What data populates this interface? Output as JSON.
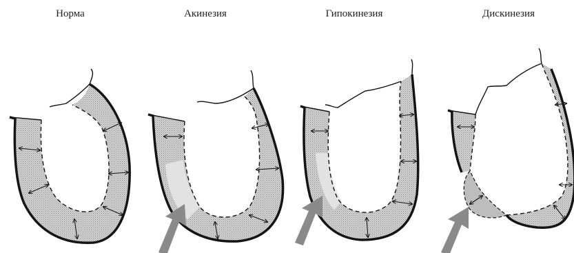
{
  "diagram": {
    "panels": [
      {
        "id": "norm",
        "label": "Норма"
      },
      {
        "id": "akin",
        "label": "Акинезия"
      },
      {
        "id": "hypo",
        "label": "Гипокинезия"
      },
      {
        "id": "dyskin",
        "label": "Дискинезия"
      }
    ],
    "colors": {
      "ink": "#141414",
      "wall_fill": "#c9c9c9",
      "arrow_fill": "#8a8a8a",
      "aneurysm_fill": "#b8b8b8"
    }
  }
}
